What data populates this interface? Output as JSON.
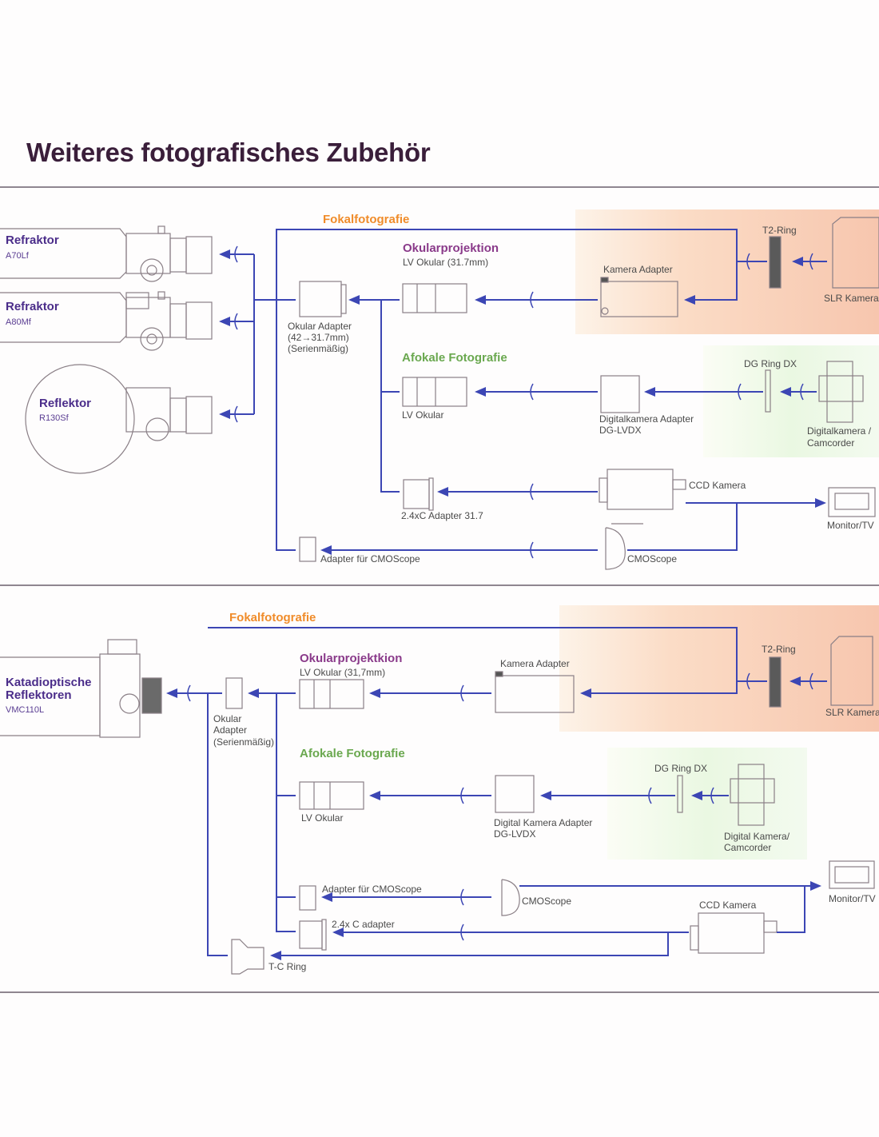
{
  "page_title": "Weiteres fotografisches Zubehör",
  "colors": {
    "line": "#3c46b4",
    "fokal": "#f08c2a",
    "okular": "#8a3a8a",
    "afokal": "#6aa84f",
    "scope": "#4b2d8a",
    "title": "#3a1e3a"
  },
  "section1": {
    "telescopes": [
      {
        "name": "Refraktor",
        "model": "A70Lf"
      },
      {
        "name": "Refraktor",
        "model": "A80Mf"
      },
      {
        "name": "Reflektor",
        "model": "R130Sf"
      }
    ],
    "fokal_heading": "Fokalfotografie",
    "okular_heading": "Okularprojektion",
    "okular_sub": "LV Okular (31.7mm)",
    "okular_adapter": [
      "Okular Adapter",
      "(42→31.7mm)",
      "(Serienmäßig)"
    ],
    "kamera_adapter": "Kamera Adapter",
    "t2_ring": "T2-Ring",
    "slr": "SLR Kamera",
    "afokal_heading": "Afokale Fotografie",
    "lv_okular": "LV Okular",
    "digi_adapter": [
      "Digitalkamera Adapter",
      "DG-LVDX"
    ],
    "dg_ring": "DG Ring DX",
    "digicam": [
      "Digitalkamera /",
      "Camcorder"
    ],
    "ccd_adapter": "2.4xC Adapter 31.7",
    "ccd": "CCD Kamera",
    "monitor": "Monitor/TV",
    "cmos_adapter": "Adapter für CMOScope",
    "cmos": "CMOScope"
  },
  "section2": {
    "telescope": {
      "name": [
        "Katadioptische",
        "Reflektoren"
      ],
      "model": "VMC110L"
    },
    "fokal_heading": "Fokalfotografie",
    "okular_heading": "Okularprojektkion",
    "okular_sub": "LV Okular (31,7mm)",
    "okular_adapter": [
      "Okular",
      "Adapter",
      "(Serienmäßig)"
    ],
    "kamera_adapter": "Kamera Adapter",
    "t2_ring": "T2-Ring",
    "slr": "SLR Kamera",
    "afokal_heading": "Afokale Fotografie",
    "lv_okular": "LV Okular",
    "digi_adapter": [
      "Digital Kamera Adapter",
      "DG-LVDX"
    ],
    "dg_ring": "DG Ring DX",
    "digicam": [
      "Digital Kamera/",
      "Camcorder"
    ],
    "cmos_adapter": "Adapter für CMOScope",
    "cmos": "CMOScope",
    "ccd_adapter": "2.4x C adapter",
    "ccd": "CCD Kamera",
    "monitor": "Monitor/TV",
    "tc_ring": "T-C Ring"
  }
}
